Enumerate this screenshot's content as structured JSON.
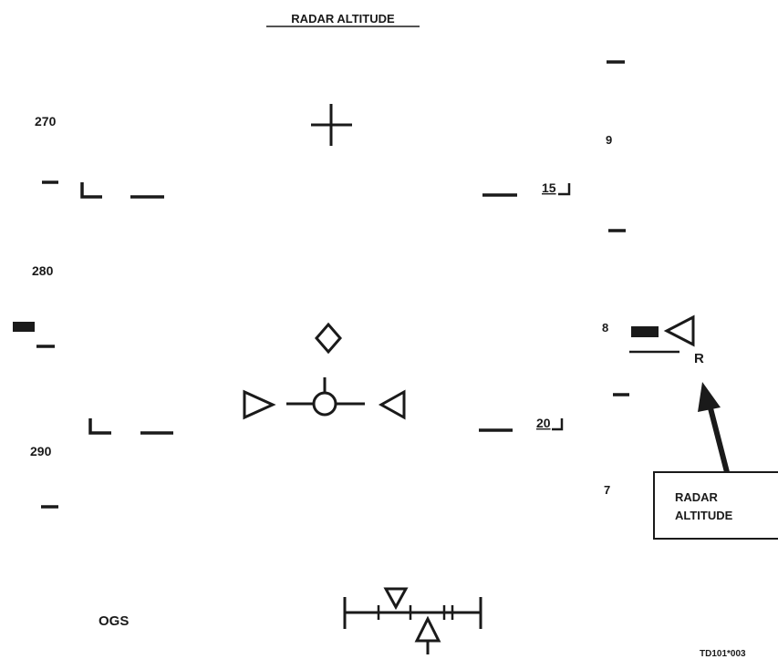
{
  "title": "RADAR ALTITUDE",
  "airspeed_scale": {
    "labels": [
      "270",
      "280",
      "290"
    ]
  },
  "altitude_scale": {
    "labels": [
      "9",
      "8",
      "7"
    ]
  },
  "pitch_ladder": {
    "upper_label": "15",
    "lower_label": "20"
  },
  "radar_altitude_marker": "R",
  "callout": {
    "line1": "RADAR",
    "line2": "ALTITUDE"
  },
  "mode_text": "OGS",
  "figure_id": "TD101*003",
  "colors": {
    "ink": "#1a1a1a",
    "background": "#ffffff"
  }
}
